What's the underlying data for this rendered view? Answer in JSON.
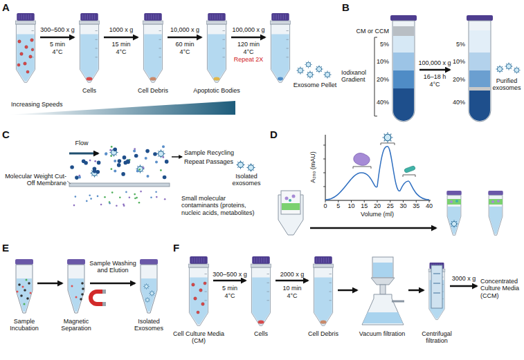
{
  "diagram": {
    "labels": [
      "A",
      "300–500 x g",
      "5 min",
      "4°C",
      "Cells",
      "1000 x g",
      "15 min",
      "4°C",
      "Cell Debris",
      "10,000 x g",
      "60 min",
      "4°C",
      "Apoptotic Bodies",
      "100,000 x g",
      "120 min",
      "4°C",
      "Repeat 2X",
      "Exosome Pellet",
      "Increasing Speeds",
      "B",
      "CM or CCM",
      "5%",
      "10%",
      "20%",
      "40%",
      "Iodixanol Gradient",
      "100,000 x g",
      "16–18 h",
      "4°C",
      "5%",
      "10%",
      "20%",
      "40%",
      "Purified exosomes",
      "C",
      "Flow",
      "Sample Recycling",
      "Repeat Passages",
      "Isolated exosomes",
      "Molecular Weight Cut-Off Membrane",
      "Small molecular contaminants (proteins, nucleic acids, metabolites)",
      "D",
      "A₂₈₀ (mAU)",
      "0",
      "5",
      "10",
      "15",
      "20",
      "25",
      "30",
      "35",
      "40",
      "Volume (ml)",
      "E",
      "Sample Incubation",
      "Magnetic Separation",
      "Sample Washing and Elution",
      "Isolated Exosomes",
      "F",
      "300–500 x g",
      "5 min",
      "4°C",
      "2000 x g",
      "10 min",
      "4°C",
      "Cell Culture Media (CM)",
      "Cells",
      "Cell Debris",
      "Vacuum filtration",
      "Centrifugal filtration",
      "3000 x g",
      "Concentrated Culture Media (CCM)"
    ]
  }
}
